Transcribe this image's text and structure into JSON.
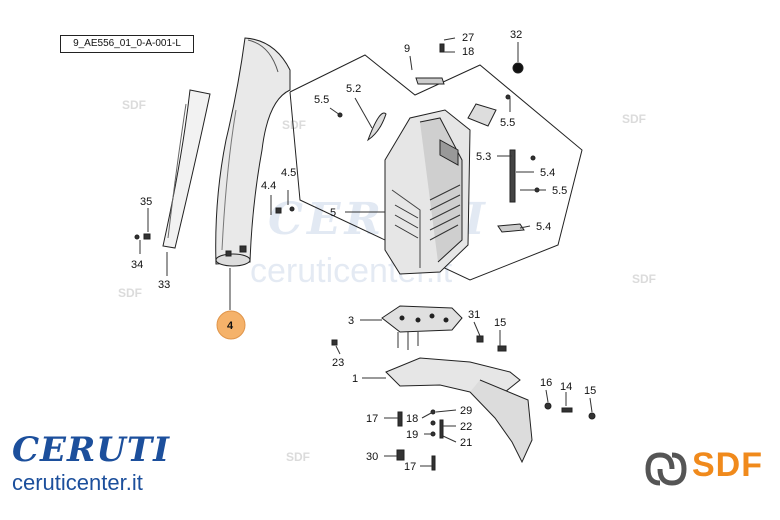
{
  "diagram": {
    "code": "9_AE556_01_0-A-001-L",
    "highlighted_label": "4",
    "labels": [
      "27",
      "18",
      "9",
      "32",
      "5.2",
      "5.5",
      "5.5",
      "5.3",
      "5.4",
      "5.5",
      "5",
      "5.4",
      "4.4",
      "4.5",
      "35",
      "34",
      "33",
      "4",
      "3",
      "31",
      "15",
      "23",
      "1",
      "16",
      "14",
      "15",
      "17",
      "18",
      "29",
      "19",
      "22",
      "21",
      "30",
      "17"
    ]
  },
  "watermark": {
    "brand": "CERUTI",
    "site": "ceruticenter.it",
    "small": "SDF"
  },
  "logos": {
    "ceruti_name": "CERUTI",
    "ceruti_site": "ceruticenter.it",
    "sdf": "SDF"
  },
  "colors": {
    "highlight": "#f5b26a",
    "ceruti_blue": "#1c4f9c",
    "sdf_orange": "#f08a1c",
    "sdf_grey": "#555555"
  }
}
